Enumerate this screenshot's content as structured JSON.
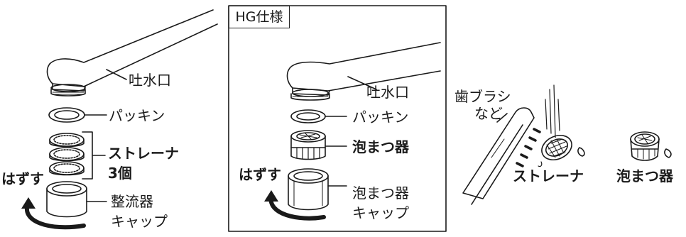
{
  "left": {
    "spout_label": "吐水口",
    "gasket_label": "パッキン",
    "strainer_label_line1": "ストレーナ",
    "strainer_label_line2": "3個",
    "remove_label": "はずす",
    "cap_label_line1": "整流器",
    "cap_label_line2": "キャップ"
  },
  "hg": {
    "tag": "HG仕様",
    "spout_label": "吐水口",
    "gasket_label": "パッキン",
    "aerator_label": "泡まつ器",
    "remove_label": "はずす",
    "cap_label_line1": "泡まつ器",
    "cap_label_line2": "キャップ"
  },
  "right": {
    "tool_label_line1": "歯ブラシ",
    "tool_label_line2": "など",
    "strainer_label": "ストレーナ",
    "aerator_label": "泡まつ器"
  },
  "colors": {
    "line": "#1a1a1a",
    "background": "#ffffff"
  }
}
